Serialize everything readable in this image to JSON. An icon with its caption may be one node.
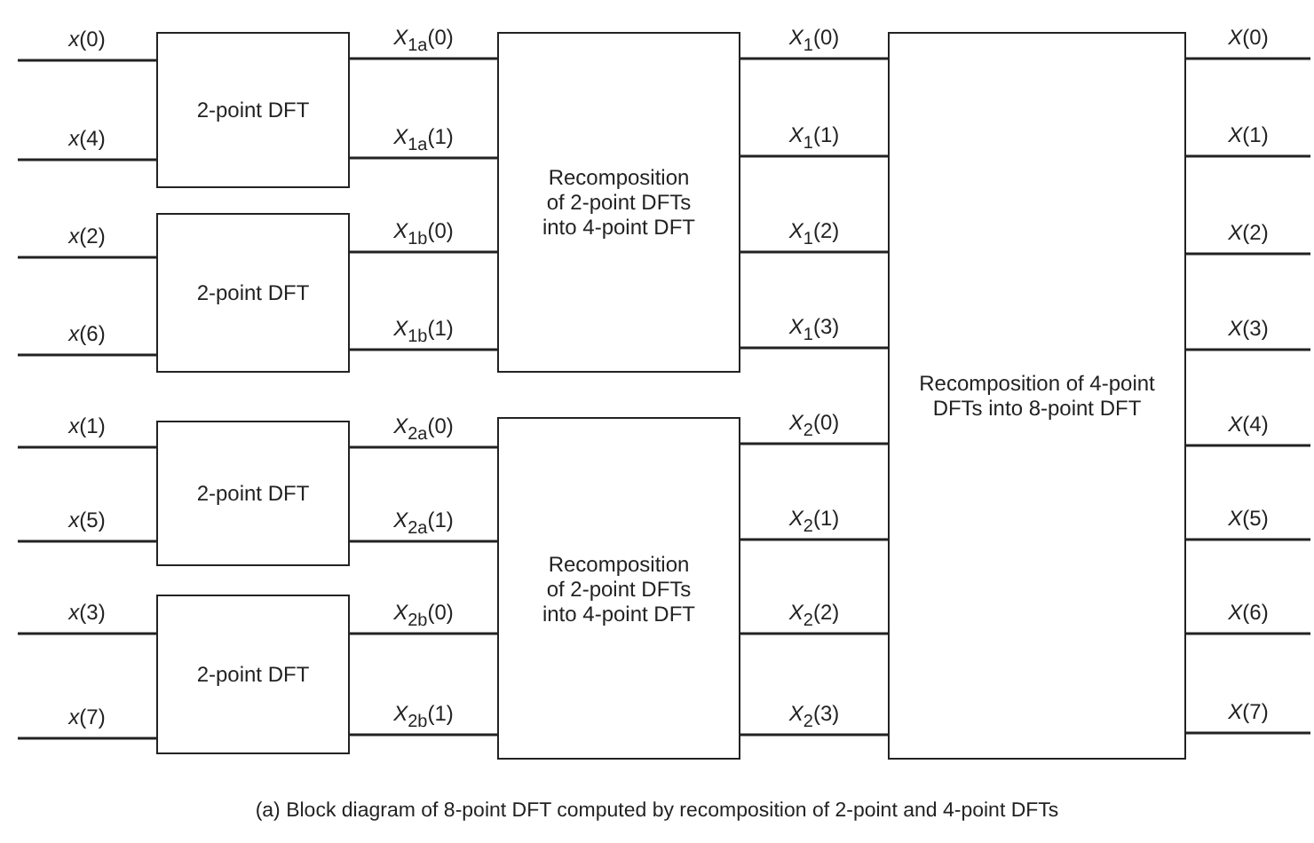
{
  "diagram": {
    "caption": "(a) Block diagram of 8-point DFT computed by recomposition of 2-point and 4-point DFTs",
    "nodes": [
      {
        "text": [
          "2-point DFT"
        ]
      },
      {
        "text": [
          "2-point DFT"
        ]
      },
      {
        "text": [
          "2-point DFT"
        ]
      },
      {
        "text": [
          "2-point DFT"
        ]
      },
      {
        "text": [
          "Recomposition of 2-point DFTs into 4-point DFT"
        ]
      },
      {
        "text": [
          "Recomposition of 2-point DFTs into 4-point DFT"
        ]
      },
      {
        "text": [
          "Recomposition of 4-point DFTs into 8-point DFT"
        ]
      }
    ],
    "edges": [
      {
        "from": null,
        "to": 0,
        "arrow": "none",
        "label": "*x*(0)"
      },
      {
        "from": null,
        "to": 0,
        "arrow": "none",
        "label": "*x*(4)"
      },
      {
        "from": null,
        "to": 1,
        "arrow": "none",
        "label": "*x*(2)"
      },
      {
        "from": null,
        "to": 1,
        "arrow": "none",
        "label": "*x*(6)"
      },
      {
        "from": null,
        "to": 2,
        "arrow": "none",
        "label": "*x*(1)"
      },
      {
        "from": null,
        "to": 2,
        "arrow": "none",
        "label": "*x*(5)"
      },
      {
        "from": null,
        "to": 3,
        "arrow": "none",
        "label": "*x*(3)"
      },
      {
        "from": null,
        "to": 3,
        "arrow": "none",
        "label": "*x*(7)"
      },
      {
        "from": 0,
        "to": 4,
        "arrow": "none",
        "label": "*X*$_{1a}$(0)"
      },
      {
        "from": 0,
        "to": 4,
        "arrow": "none",
        "label": "*X*$_{1a}$(1)"
      },
      {
        "from": 1,
        "to": 4,
        "arrow": "none",
        "label": "*X*$_{1b}$(0)"
      },
      {
        "from": 1,
        "to": 4,
        "arrow": "none",
        "label": "*X*$_{1b}$(1)"
      },
      {
        "from": 2,
        "to": 5,
        "arrow": "none",
        "label": "*X*$_{2a}$(0)"
      },
      {
        "from": 2,
        "to": 5,
        "arrow": "none",
        "label": "*X*$_{2a}$(1)"
      },
      {
        "from": 3,
        "to": 5,
        "arrow": "none",
        "label": "*X*$_{2b}$(0)"
      },
      {
        "from": 3,
        "to": 5,
        "arrow": "none",
        "label": "*X*$_{2b}$(1)"
      },
      {
        "from": 4,
        "to": 6,
        "arrow": "none",
        "label": "*X*$_{1}$(0)"
      },
      {
        "from": 4,
        "to": 6,
        "arrow": "none",
        "label": "*X*$_{1}$(1)"
      },
      {
        "from": 4,
        "to": 6,
        "arrow": "none",
        "label": "*X*$_{1}$(2)"
      },
      {
        "from": 4,
        "to": 6,
        "arrow": "none",
        "label": "*X*$_{1}$(3)"
      },
      {
        "from": 5,
        "to": 6,
        "arrow": "none",
        "label": "*X*$_{2}$(0)"
      },
      {
        "from": 5,
        "to": 6,
        "arrow": "none",
        "label": "*X*$_{2}$(1)"
      },
      {
        "from": 5,
        "to": 6,
        "arrow": "none",
        "label": "*X*$_{2}$(2)"
      },
      {
        "from": 5,
        "to": 6,
        "arrow": "none",
        "label": "*X*$_{2}$(3)"
      },
      {
        "from": 6,
        "to": null,
        "arrow": "none",
        "label": "*X*(0)"
      },
      {
        "from": 6,
        "to": null,
        "arrow": "none",
        "label": "*X*(1)"
      },
      {
        "from": 6,
        "to": null,
        "arrow": "none",
        "label": "*X*(2)"
      },
      {
        "from": 6,
        "to": null,
        "arrow": "none",
        "label": "*X*(3)"
      },
      {
        "from": 6,
        "to": null,
        "arrow": "none",
        "label": "*X*(4)"
      },
      {
        "from": 6,
        "to": null,
        "arrow": "none",
        "label": "*X*(5)"
      },
      {
        "from": 6,
        "to": null,
        "arrow": "none",
        "label": "*X*(6)"
      },
      {
        "from": 6,
        "to": null,
        "arrow": "none",
        "label": "*X*(7)"
      }
    ]
  }
}
